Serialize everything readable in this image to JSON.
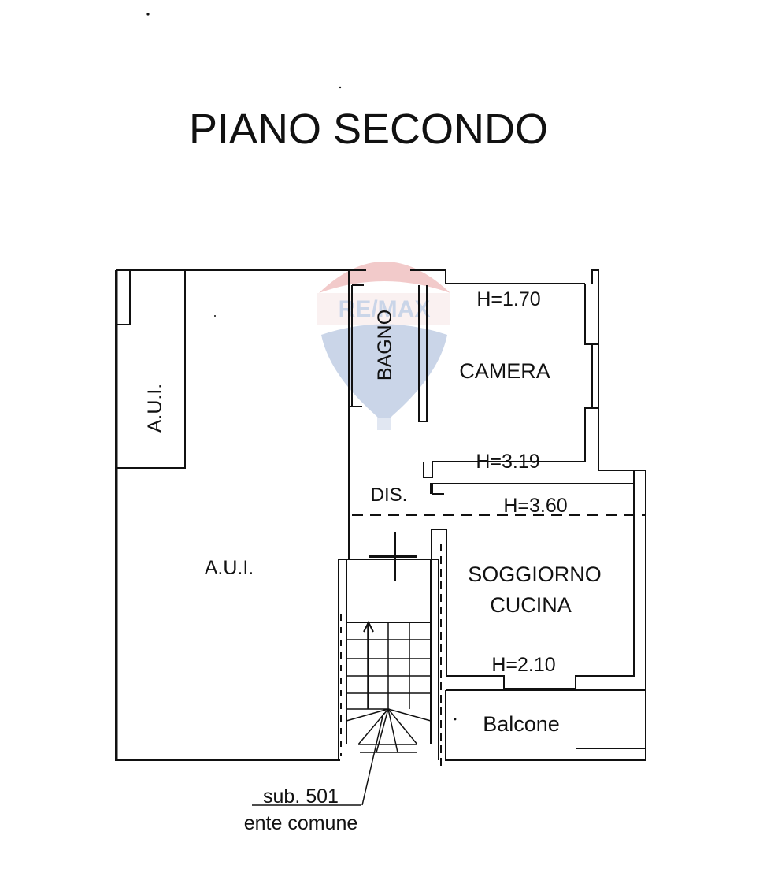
{
  "title": "PIANO SECONDO",
  "rooms": {
    "aui_top": "A.U.I.",
    "aui_main": "A.U.I.",
    "bagno": "BAGNO",
    "camera": "CAMERA",
    "dis": "DIS.",
    "soggiorno": "SOGGIORNO",
    "cucina": "CUCINA",
    "balcone": "Balcone"
  },
  "heights": {
    "camera_top": "H=1.70",
    "camera_bottom": "H=3.19",
    "soggiorno_top": "H=3.60",
    "soggiorno_bottom": "H=2.10"
  },
  "stair_note": {
    "line1": "sub. 501",
    "line2": "ente comune"
  },
  "watermark": {
    "text": "RE/MAX",
    "colors": {
      "red": "#e8a0a0",
      "blue": "#9fb4d6"
    }
  },
  "colors": {
    "ink": "#111111",
    "background": "#ffffff"
  }
}
